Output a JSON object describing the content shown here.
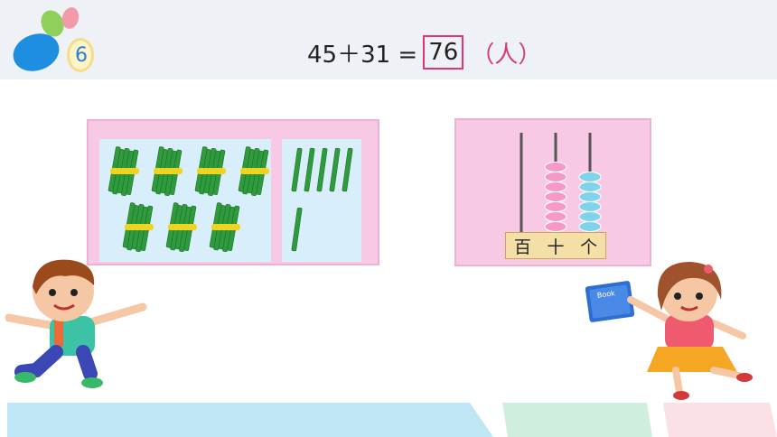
{
  "header": {
    "badge_number": "6"
  },
  "equation": {
    "expression": "45＋31 =",
    "answer": "76",
    "unit": "（人）"
  },
  "abacus": {
    "labels": [
      "百",
      "十",
      "个"
    ],
    "hundreds_beads": 0,
    "tens_beads": 7,
    "ones_beads": 6,
    "tens_color": "#f59ac8",
    "ones_color": "#7fd3ea"
  },
  "sticks": {
    "bundle_count": 7,
    "single_count": 6,
    "stick_color": "#2e9b3c",
    "tie_color": "#f2d21a"
  },
  "book": {
    "cover_text": "Book"
  },
  "colors": {
    "panel_pink": "#f7c9e4",
    "panel_blue": "#d8eefb",
    "answer_border": "#e0337a",
    "strip_blue": "#bfe6f5",
    "strip_green": "#cfeedd",
    "strip_pink": "#fbe0e6"
  }
}
